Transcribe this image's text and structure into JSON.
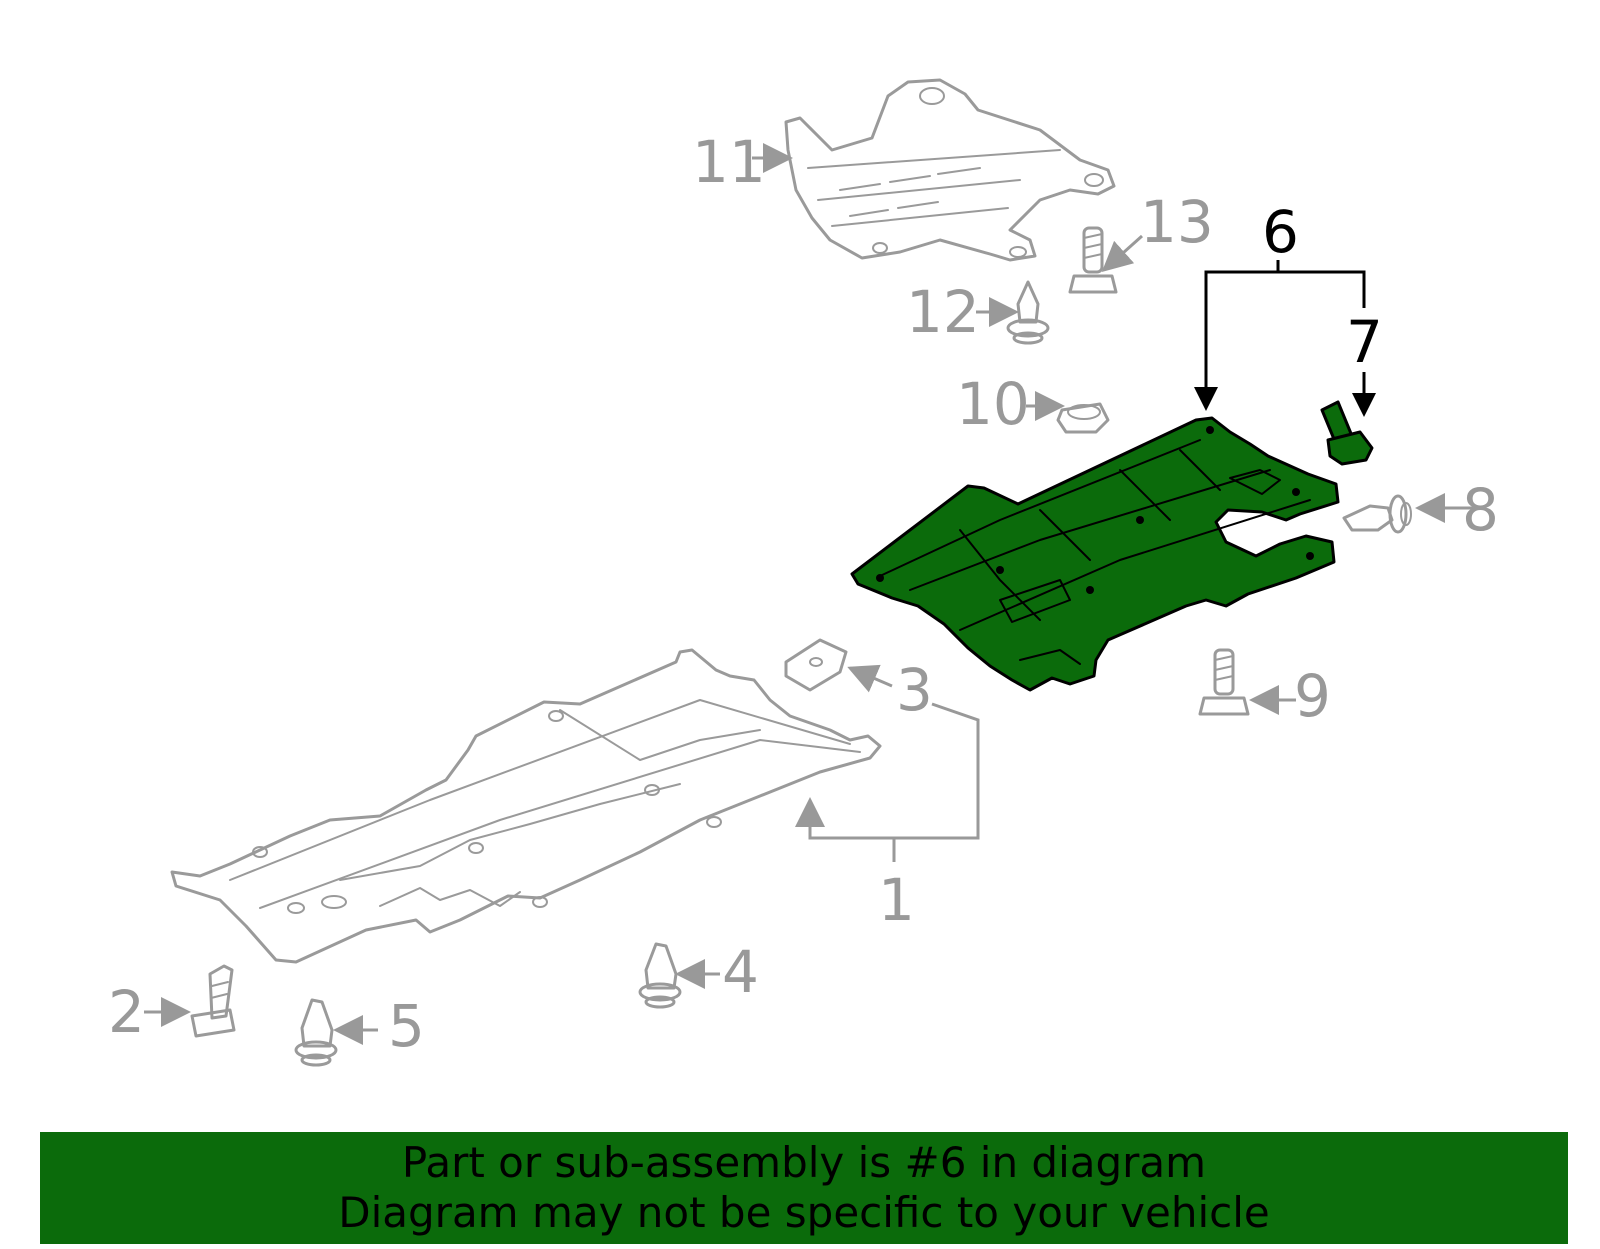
{
  "callouts": {
    "c1": "1",
    "c2": "2",
    "c3": "3",
    "c4": "4",
    "c5": "5",
    "c6": "6",
    "c7": "7",
    "c8": "8",
    "c9": "9",
    "c10": "10",
    "c11": "11",
    "c12": "12",
    "c13": "13"
  },
  "highlight": {
    "part": "6",
    "color": "#0b6b0b"
  },
  "banner": {
    "line1": "Part or sub-assembly is #6 in diagram",
    "line2": "Diagram may not be specific to your vehicle",
    "background": "#0b6b0b"
  }
}
